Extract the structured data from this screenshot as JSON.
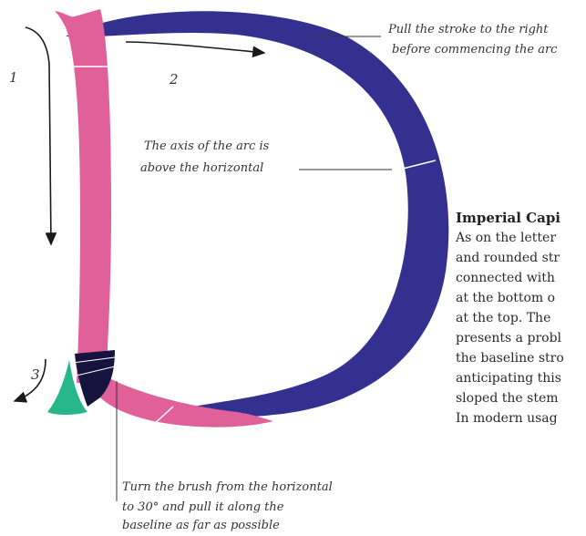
{
  "annotations": {
    "stroke_right": [
      "Pull the stroke to the right",
      "before commencing the arc"
    ],
    "axis": [
      "The axis of the arc is",
      "above the horizontal"
    ],
    "brush": [
      "Turn the brush from the horizontal",
      "to 30° and pull it along the",
      "baseline as far as possible"
    ]
  },
  "step_numbers": [
    "1",
    "2",
    "3"
  ],
  "body_text": {
    "title": "Imperial Capi",
    "lines": [
      "As on the letter",
      "and rounded str",
      "connected with",
      "at the bottom o",
      "at the top. The",
      "presents a probl",
      "the baseline stro",
      "anticipating this",
      "sloped the stem",
      "In modern usag"
    ]
  },
  "colors": {
    "stem_pink": "#e0609a",
    "bowl_blue": "#33308f",
    "corner_green": "#27b58a",
    "corner_dark": "#16143e",
    "arrows": "#1a1a1a"
  }
}
